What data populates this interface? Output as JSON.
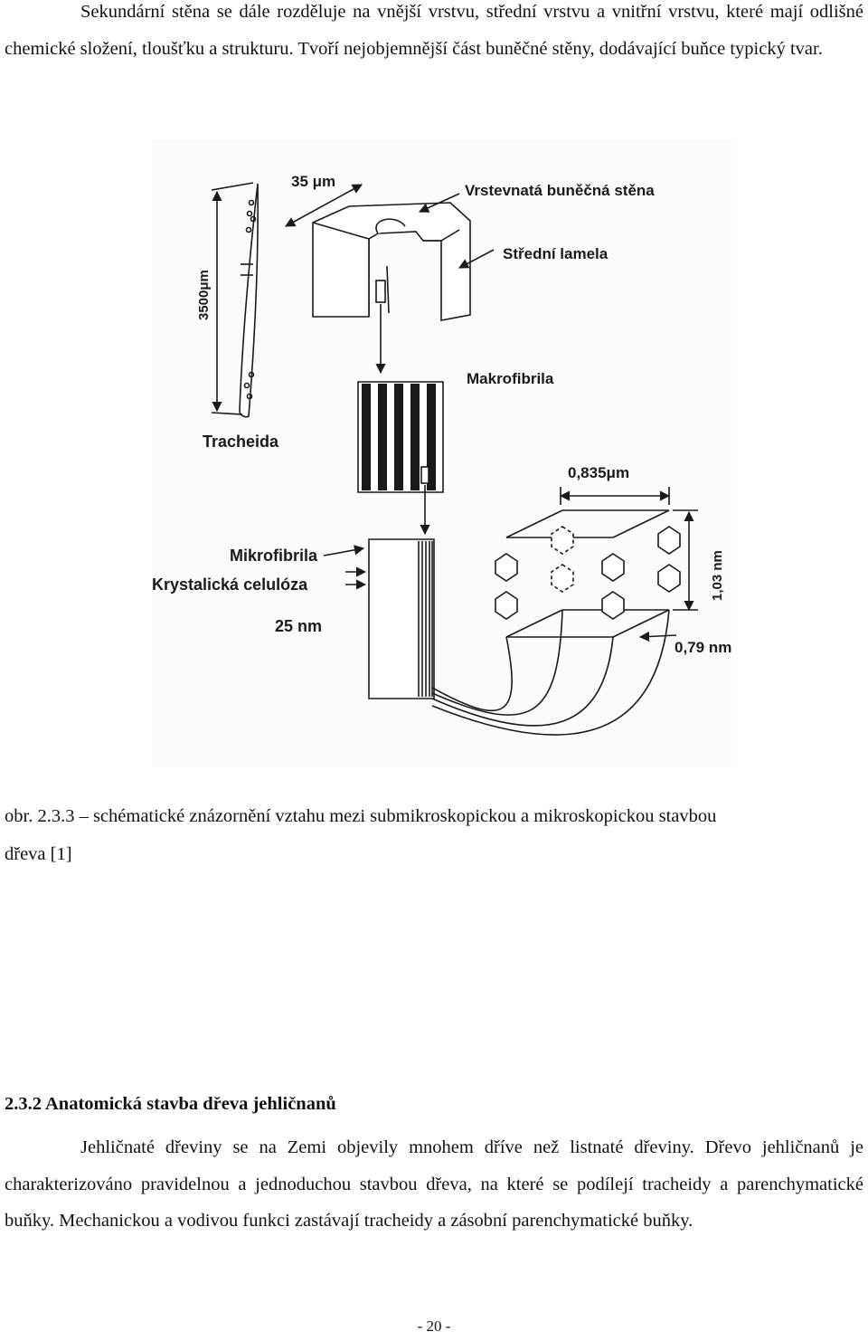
{
  "intro_paragraph": "Sekundární stěna se dále rozděluje na vnější vrstvu, střední vrstvu a vnitřní vrstvu, které mají odlišné chemické složení, tloušťku a strukturu. Tvoří nejobjemnější část buněčné stěny, dodávající buňce typický tvar.",
  "figure": {
    "labels": {
      "width_35": "35 μm",
      "layered_wall": "Vrstevnatá buněčná stěna",
      "middle_lamella": "Střední lamela",
      "length_3500": "3500μm",
      "macrofibril": "Makrofibrila",
      "tracheid": "Tracheida",
      "dim_0835": "0,835μm",
      "microfibril": "Mikrofibrila",
      "crystalline_cellulose": "Krystalická  celulóza",
      "dim_103": "1,03 nm",
      "dim_25": "25 nm",
      "dim_079": "0,79 nm"
    }
  },
  "caption": {
    "line1": "obr. 2.3.3 – schématické znázornění vztahu mezi submikroskopickou a mikroskopickou stavbou",
    "line2": "dřeva [1]"
  },
  "section": {
    "heading": "2.3.2 Anatomická stavba dřeva jehličnanů",
    "paragraph": "Jehličnaté dřeviny se na Zemi objevily mnohem dříve než listnaté dřeviny. Dřevo jehličnanů je charakterizováno pravidelnou a jednoduchou stavbou dřeva, na které se podílejí tracheidy a parenchymatické buňky. Mechanickou a vodivou funkci zastávají tracheidy a zásobní parenchymatické buňky."
  },
  "page_number": "- 20 -"
}
